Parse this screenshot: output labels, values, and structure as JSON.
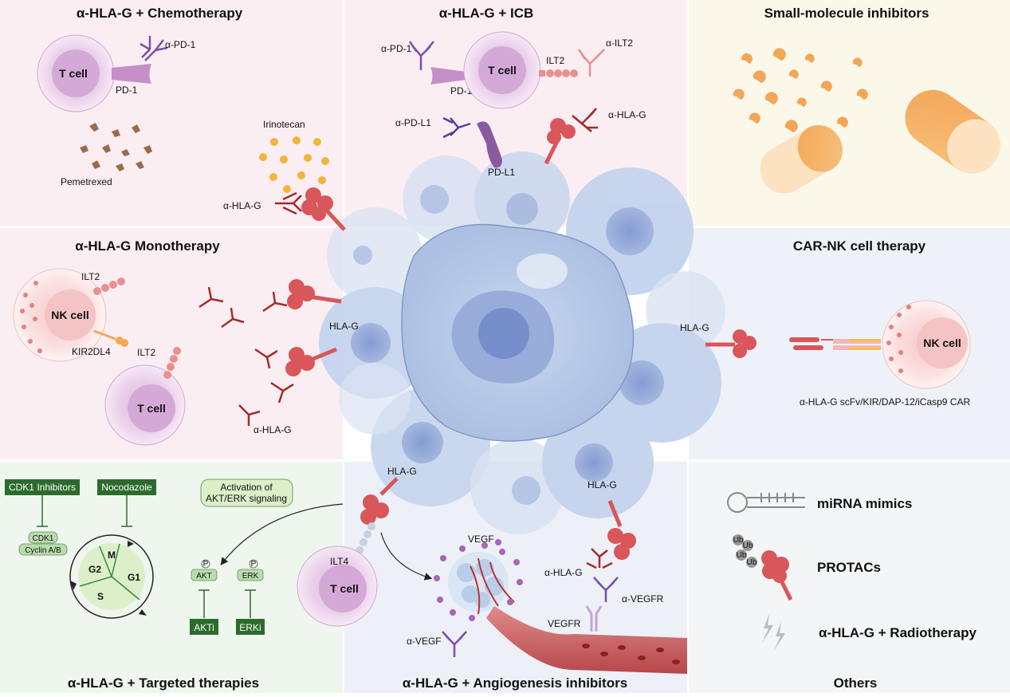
{
  "panels": {
    "chemo": {
      "title": "α-HLA-G + Chemotherapy",
      "t_cell": "T cell",
      "pd1": "PD-1",
      "a_pd1": "α-PD-1",
      "pemetrexed": "Pemetrexed",
      "irinotecan": "Irinotecan",
      "a_hlag": "α-HLA-G"
    },
    "icb": {
      "title": "α-HLA-G + ICB",
      "a_pd1": "α-PD-1",
      "pd1": "PD-1",
      "t_cell": "T cell",
      "ilt2": "ILT2",
      "a_ilt2": "α-ILT2",
      "a_pdl1": "α-PD-L1",
      "pdl1": "PD-L1",
      "a_hlag": "α-HLA-G"
    },
    "small": {
      "title": "Small-molecule inhibitors"
    },
    "mono": {
      "title": "α-HLA-G Monotherapy",
      "nk_cell": "NK cell",
      "ilt2_nk": "ILT2",
      "kir": "KIR2DL4",
      "t_cell": "T cell",
      "ilt2_t": "ILT2",
      "hlag": "HLA-G",
      "a_hlag": "α-HLA-G"
    },
    "carnk": {
      "title": "CAR-NK cell therapy",
      "hlag": "HLA-G",
      "nk_cell": "NK cell",
      "car": "α-HLA-G scFv/KIR/DAP-12/iCasp9 CAR"
    },
    "targeted": {
      "title": "α-HLA-G + Targeted therapies",
      "cdk1_inh": "CDK1 Inhibitors",
      "nocodazole": "Nocodazole",
      "cdk1": "CDK1",
      "cyclin": "Cyclin A/B",
      "m": "M",
      "g1": "G1",
      "g2": "G2",
      "s": "S",
      "activation": [
        "Activation of",
        "AKT/ERK signaling"
      ],
      "p": "P",
      "akt": "AKT",
      "erk": "ERK",
      "akti": "AKTi",
      "erki": "ERKi"
    },
    "angio": {
      "title": "α-HLA-G + Angiogenesis inhibitors",
      "hlag_left": "HLA-G",
      "hlag_right": "HLA-G",
      "ilt4": "ILT4",
      "t_cell": "T cell",
      "vegf": "VEGF",
      "a_vegf": "α-VEGF",
      "vegfr": "VEGFR",
      "a_vegfr": "α-VEGFR",
      "a_hlag": "α-HLA-G"
    },
    "others": {
      "title": "Others",
      "mirna": "miRNA mimics",
      "protacs": "PROTACs",
      "ub": "Ub",
      "radio": "α-HLA-G + Radiotherapy"
    }
  },
  "colors": {
    "chemo_bg": "#fbeef3",
    "icb_bg": "#fbeef3",
    "small_bg": "#fbf8ea",
    "mono_bg": "#fbeef3",
    "carnk_bg": "#eef2f8",
    "targeted_bg": "#eef6ee",
    "angio_bg": "#edf0f7",
    "others_bg": "#f4f5f7",
    "hla": "#d9565a",
    "antibody": "#a52a2a",
    "tumor": "#b6c8e6",
    "tcell": "#e8c6e6",
    "nk": "#f6d2d2",
    "green_box": "#2d6b2d"
  }
}
